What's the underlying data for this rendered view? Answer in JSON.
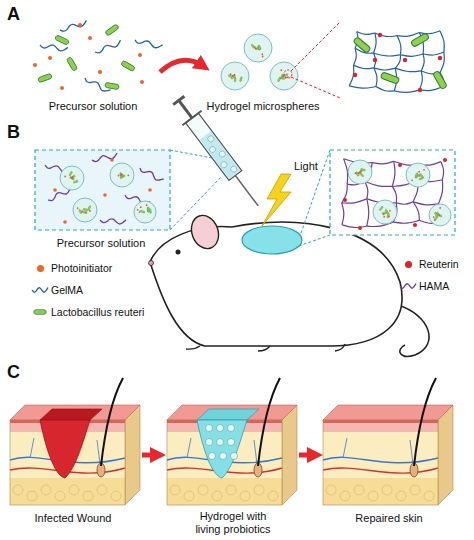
{
  "diagram": {
    "labels": [
      "A",
      "Precursor solution",
      "Hydrogel microspheres",
      "B",
      "Precursor solution",
      "Light",
      "C",
      "Infected Wound",
      "Hydrogel with living probiotics",
      "Repaired skin"
    ],
    "legend": [
      {
        "text": "Photoinitiator",
        "color": "#f26522"
      },
      {
        "text": "GelMA"
      },
      {
        "text": "Lactobacillus reuteri"
      },
      {
        "text": "Reuterin",
        "color": "#e0202a"
      },
      {
        "text": "HAMA"
      }
    ]
  }
}
